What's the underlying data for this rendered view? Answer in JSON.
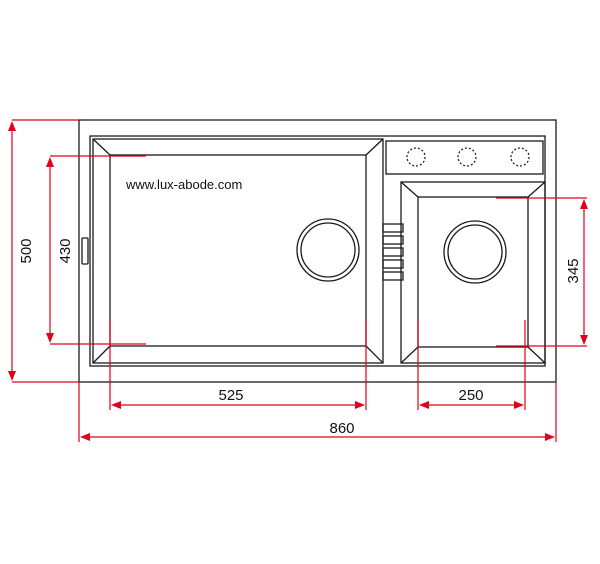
{
  "website": "www.lux-abode.com",
  "dimensions": {
    "overall_width": "860",
    "overall_depth": "500",
    "main_bowl_width": "525",
    "main_bowl_depth": "430",
    "small_bowl_width": "250",
    "small_bowl_depth": "345"
  },
  "colors": {
    "outline": "#1a1a1a",
    "dimension_line": "#e3001b",
    "text": "#111111"
  }
}
